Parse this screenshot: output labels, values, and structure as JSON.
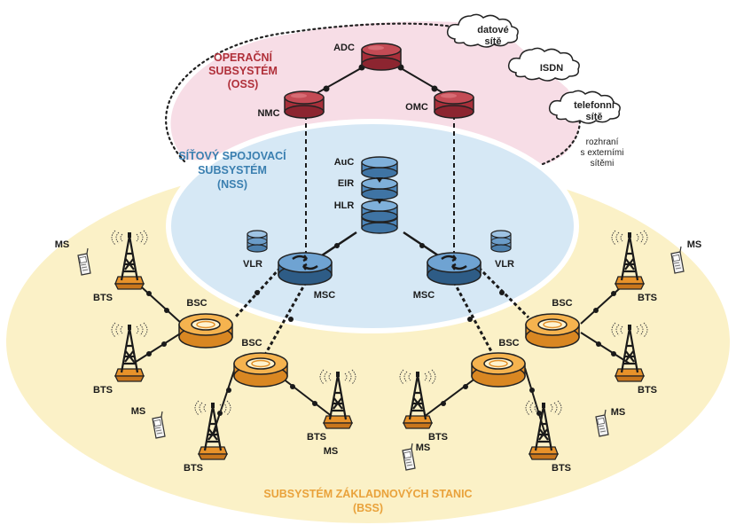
{
  "oss": {
    "line1": "OPERAČNÍ",
    "line2": "SUBSYSTÉM",
    "line3": "(OSS)"
  },
  "nss": {
    "line1": "SÍŤOVÝ SPOJOVACÍ",
    "line2": "SUBSYSTÉM",
    "line3": "(NSS)"
  },
  "bss": {
    "line1": "SUBSYSTÉM ZÁKLADNOVÝCH STANIC",
    "line2": "(BSS)"
  },
  "oss_nodes": {
    "adc": "ADC",
    "nmc": "NMC",
    "omc": "OMC"
  },
  "nss_nodes": {
    "auc": "AuC",
    "eir": "EIR",
    "hlr": "HLR",
    "vlr": "VLR",
    "msc": "MSC"
  },
  "bss_nodes": {
    "bsc": "BSC",
    "bts": "BTS",
    "ms": "MS"
  },
  "clouds": {
    "data_1": "datové",
    "data_2": "sítě",
    "isdn": "ISDN",
    "phone_1": "telefonní",
    "phone_2": "sítě"
  },
  "external": {
    "line1": "rozhraní",
    "line2": "s externími",
    "line3": "sítěmi"
  },
  "colors": {
    "oss_fill": "#f7dde6",
    "nss_fill": "#d6e8f5",
    "bss_fill": "#fbf1c7",
    "oss_text": "#b0303a",
    "nss_text": "#3a7fb0",
    "bss_text": "#e9a23b",
    "db_red": "#b83a44",
    "db_blue": "#5b93c4",
    "ring_orange": "#f0a63d"
  }
}
